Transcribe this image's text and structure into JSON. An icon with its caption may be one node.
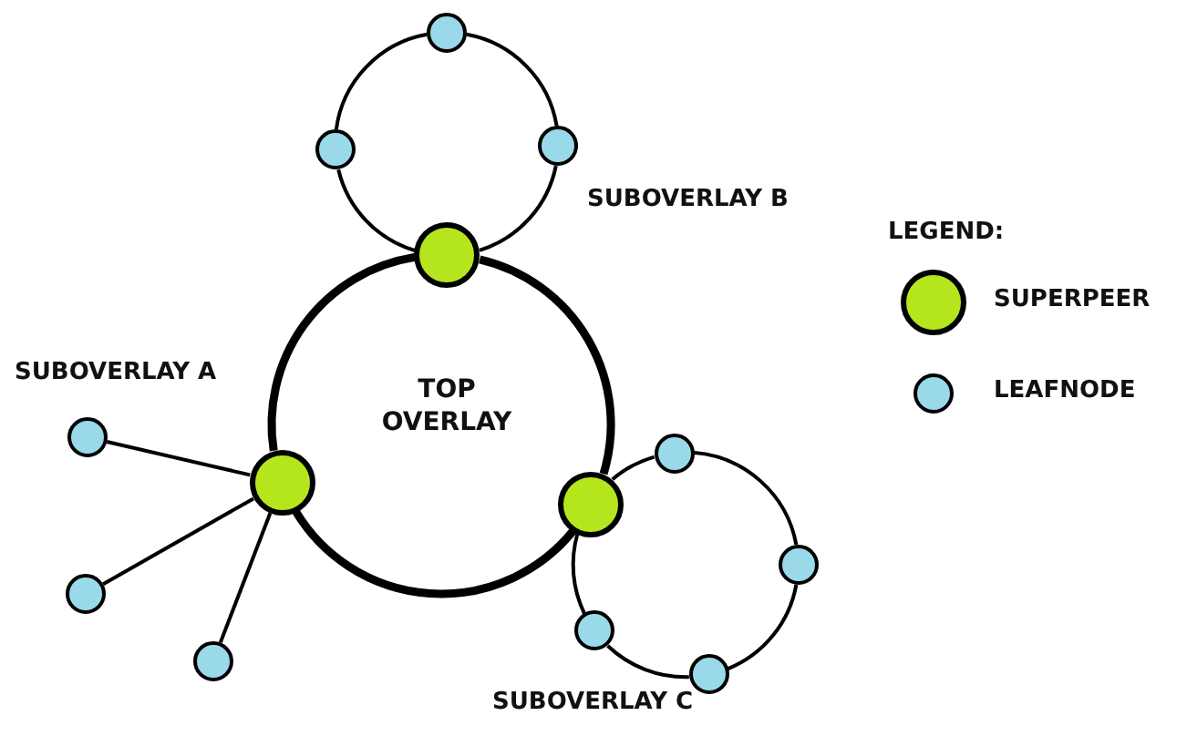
{
  "diagram": {
    "nodes": [
      {
        "text": [],
        "shape": "circle"
      },
      {
        "text": [],
        "shape": "circle"
      },
      {
        "text": [],
        "shape": "circle"
      },
      {
        "text": [],
        "shape": "circle"
      },
      {
        "text": [],
        "shape": "circle"
      },
      {
        "text": [],
        "shape": "circle"
      },
      {
        "text": [],
        "shape": "circle"
      },
      {
        "text": [],
        "shape": "circle"
      },
      {
        "text": [],
        "shape": "circle"
      },
      {
        "text": [],
        "shape": "circle"
      },
      {
        "text": [],
        "shape": "circle"
      },
      {
        "text": [],
        "shape": "circle"
      },
      {
        "text": [],
        "shape": "circle"
      }
    ],
    "edges": [
      {
        "from": 0,
        "to": 2,
        "arrow": "none"
      },
      {
        "from": 2,
        "to": 3,
        "arrow": "none"
      },
      {
        "from": 3,
        "to": 1,
        "arrow": "none"
      },
      {
        "from": 1,
        "to": 0,
        "arrow": "none"
      },
      {
        "from": 3,
        "to": 5,
        "arrow": "none",
        "style": "thick"
      },
      {
        "from": 5,
        "to": 4,
        "arrow": "none",
        "style": "thick"
      },
      {
        "from": 4,
        "to": 3,
        "arrow": "none",
        "style": "thick"
      },
      {
        "from": 5,
        "to": 6,
        "arrow": "none"
      },
      {
        "from": 6,
        "to": 8,
        "arrow": "none"
      },
      {
        "from": 8,
        "to": 12,
        "arrow": "none"
      },
      {
        "from": 12,
        "to": 10,
        "arrow": "none"
      },
      {
        "from": 10,
        "to": 5,
        "arrow": "none"
      },
      {
        "from": 4,
        "to": 7,
        "arrow": "none"
      },
      {
        "from": 4,
        "to": 9,
        "arrow": "none"
      },
      {
        "from": 4,
        "to": 11,
        "arrow": "none"
      }
    ],
    "labels": [
      "SUBOVERLAY B",
      "LEGEND:",
      "SUBOVERLAY A",
      "TOP OVERLAY",
      "SUBOVERLAY C"
    ],
    "legend": [
      {
        "text": "SUPERPEER",
        "color": "#b5e61d"
      },
      {
        "text": "LEAFNODE",
        "color": "#99d9ea"
      }
    ]
  }
}
